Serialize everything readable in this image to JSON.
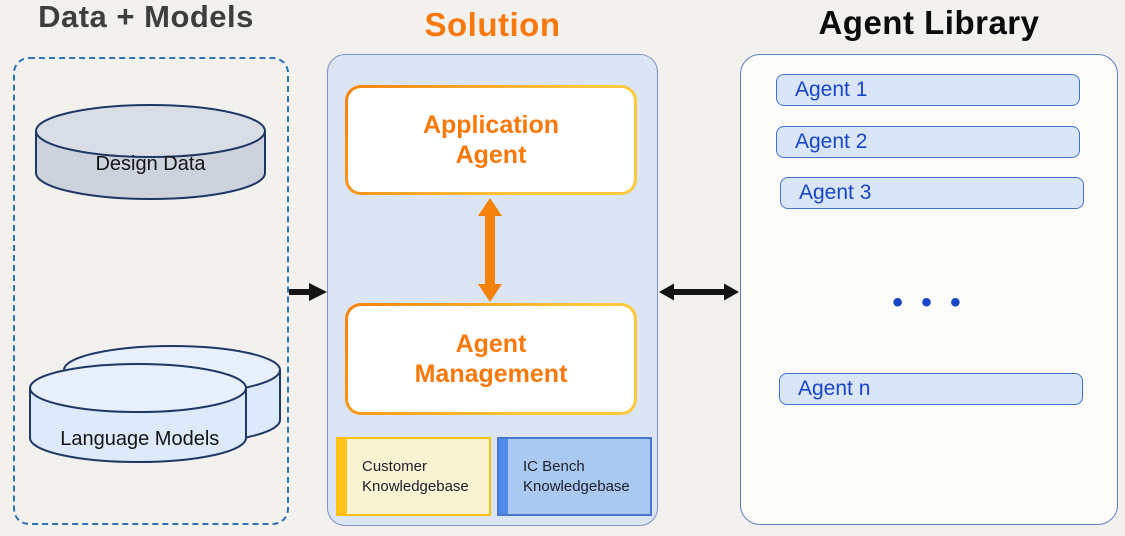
{
  "data_models": {
    "title": "Data + Models",
    "design_data_label": "Design  Data",
    "language_models_label": "Language Models"
  },
  "solution": {
    "title": "Solution",
    "application_agent_label": "Application\nAgent",
    "agent_management_label": "Agent\nManagement",
    "customer_kb_label": "Customer\nKnowledgebase",
    "ic_bench_kb_label": "IC Bench\nKnowledgebase"
  },
  "agent_library": {
    "title": "Agent Library",
    "agents": [
      "Agent 1",
      "Agent 2",
      "Agent 3"
    ],
    "ellipsis": "• • •",
    "agent_n_label": "Agent n"
  },
  "colors": {
    "accent_orange": "#F8790B",
    "title_gray": "#3E3E3E",
    "title_black": "#0C0C0C",
    "agent_text_blue": "#1945C7",
    "solution_fill": "#DBE5F3",
    "dashed_border_blue": "#2E74B5",
    "kb_yellow_accent": "#FFC31E",
    "kb_blue_accent": "#4E8BE9",
    "connector_black": "#141414"
  }
}
